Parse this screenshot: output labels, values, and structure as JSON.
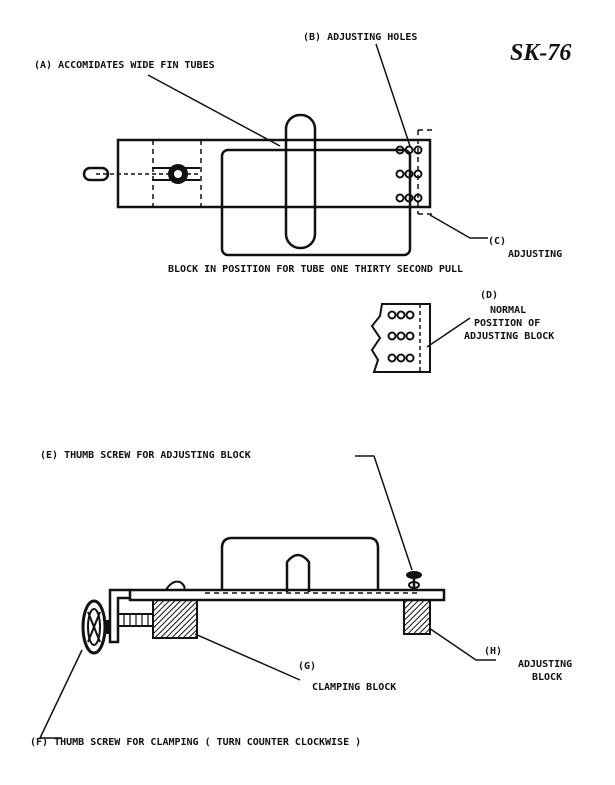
{
  "sheet_id": "SK-76",
  "labels": {
    "a": "(A) ACCOMIDATES WIDE FIN TUBES",
    "b": "(B) ADJUSTING HOLES",
    "c_marker": "(C)",
    "c_word": "ADJUSTING",
    "c_line2": "BLOCK IN POSITION FOR TUBE ONE THIRTY SECOND PULL",
    "d_marker": "(D)",
    "d_line1": "NORMAL",
    "d_line2": "POSITION OF",
    "d_line3": "ADJUSTING BLOCK",
    "e": "(E) THUMB SCREW FOR ADJUSTING BLOCK",
    "g_marker": "(G)",
    "g_text": "CLAMPING BLOCK",
    "h_marker": "(H)",
    "h_line1": "ADJUSTING",
    "h_line2": "BLOCK",
    "f": "(F) THUMB SCREW FOR CLAMPING ( TURN COUNTER CLOCKWISE )"
  },
  "colors": {
    "ink": "#111111",
    "paper": "#ffffff"
  }
}
